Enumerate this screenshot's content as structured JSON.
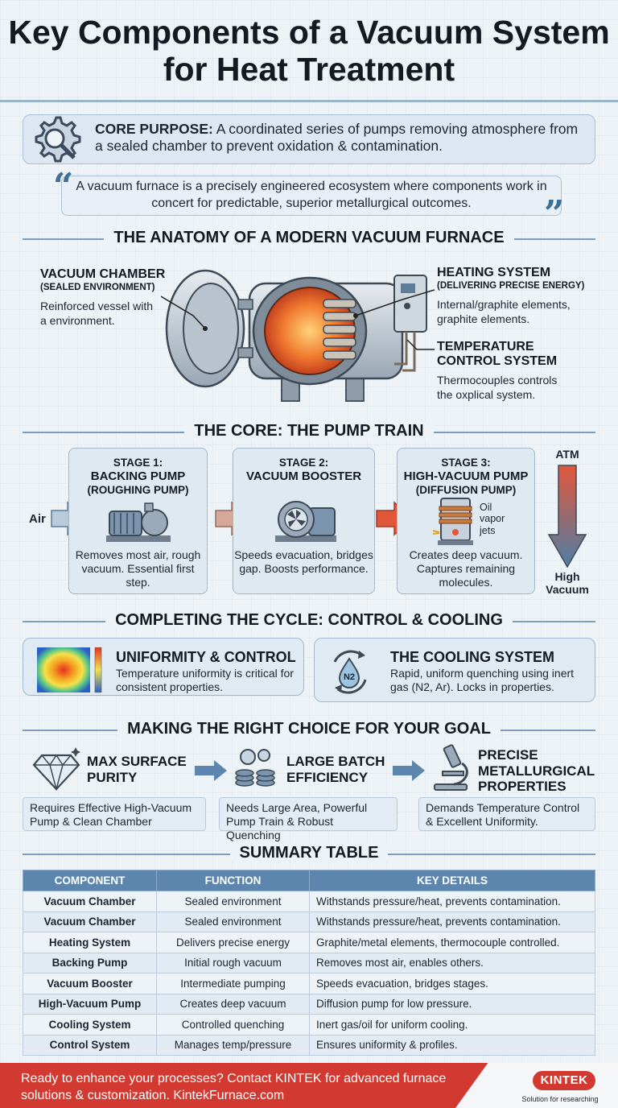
{
  "title": "Key Components of a Vacuum System for Heat Treatment",
  "core": {
    "label": "CORE PURPOSE:",
    "text": "A coordinated series of pumps removing atmosphere from a sealed chamber to prevent oxidation & contamination."
  },
  "quote": "A vacuum furnace is a precisely engineered ecosystem where components work in concert for predictable, superior metallurgical outcomes.",
  "anatomy": {
    "heading": "THE ANATOMY OF A MODERN VACUUM FURNACE",
    "chamber": {
      "title": "VACUUM CHAMBER",
      "sub": "(SEALED ENVIRONMENT)",
      "body": "Reinforced vessel with a environment."
    },
    "heating": {
      "title": "HEATING SYSTEM",
      "sub": "(DELIVERING PRECISE ENERGY)",
      "body": "Internal/graphite elements, graphite elements."
    },
    "control": {
      "title": "TEMPERATURE CONTROL SYSTEM",
      "body": "Thermocouples controls the oxplical system."
    }
  },
  "pump": {
    "heading": "THE CORE: THE PUMP TRAIN",
    "air_label": "Air",
    "atm_label": "ATM",
    "vac_label": "High Vacuum",
    "stages": [
      {
        "stage": "STAGE 1:",
        "name": "BACKING PUMP",
        "sub": "(ROUGHING PUMP)",
        "desc": "Removes most air, rough vacuum. Essential first step."
      },
      {
        "stage": "STAGE 2:",
        "name": "VACUUM BOOSTER",
        "sub": "",
        "desc": "Speeds evacuation, bridges gap. Boosts performance."
      },
      {
        "stage": "STAGE 3:",
        "name": "HIGH-VACUUM PUMP",
        "sub": "(DIFFUSION PUMP)",
        "desc": "Creates deep vacuum. Captures remaining molecules."
      }
    ],
    "oil_label": "Oil vapor jets"
  },
  "cycle": {
    "heading": "COMPLETING THE CYCLE: CONTROL & COOLING",
    "uniformity": {
      "title": "UNIFORMITY & CONTROL",
      "body": "Temperature uniformity is critical for consistent properties."
    },
    "cooling": {
      "title": "THE COOLING SYSTEM",
      "body": "Rapid, uniform quenching using inert gas (N2, Ar). Locks in properties.",
      "icon_text": "N2"
    }
  },
  "goals": {
    "heading": "MAKING THE RIGHT CHOICE FOR YOUR GOAL",
    "items": [
      {
        "title": "MAX SURFACE PURITY",
        "body": "Requires Effective High-Vacuum Pump & Clean Chamber"
      },
      {
        "title": "LARGE BATCH EFFICIENCY",
        "body": "Needs Large Area, Powerful Pump Train & Robust Quenching"
      },
      {
        "title": "PRECISE METALLURGICAL PROPERTIES",
        "body": "Demands Temperature Control & Excellent Uniformity."
      }
    ]
  },
  "summary": {
    "heading": "SUMMARY TABLE",
    "columns": [
      "COMPONENT",
      "FUNCTION",
      "KEY DETAILS"
    ],
    "rows": [
      [
        "Vacuum Chamber",
        "Sealed environment",
        "Withstands pressure/heat, prevents contamination."
      ],
      [
        "Vacuum Chamber",
        "Sealed environment",
        "Withstands pressure/heat, prevents contamination."
      ],
      [
        "Heating System",
        "Delivers precise energy",
        "Graphite/metal elements, thermocouple controlled."
      ],
      [
        "Backing Pump",
        "Initial rough vacuum",
        "Removes most air, enables others."
      ],
      [
        "Vacuum Booster",
        "Intermediate pumping",
        "Speeds evacuation, bridges stages."
      ],
      [
        "High-Vacuum Pump",
        "Creates deep vacuum",
        "Diffusion pump for low pressure."
      ],
      [
        "Cooling System",
        "Controlled quenching",
        "Inert gas/oil for uniform cooling."
      ],
      [
        "Control System",
        "Manages temp/pressure",
        "Ensures uniformity & profiles."
      ]
    ]
  },
  "footer": {
    "text": "Ready to enhance your processes? Contact KINTEK for advanced furnace solutions & customization. KintekFurnace.com",
    "logo": "KINTEK",
    "tagline": "Solution for researching"
  },
  "colors": {
    "accent": "#5c86ad",
    "footer": "#d23a31",
    "arrow_hot": "#e0573a",
    "arrow_cool": "#9cb6cc"
  }
}
